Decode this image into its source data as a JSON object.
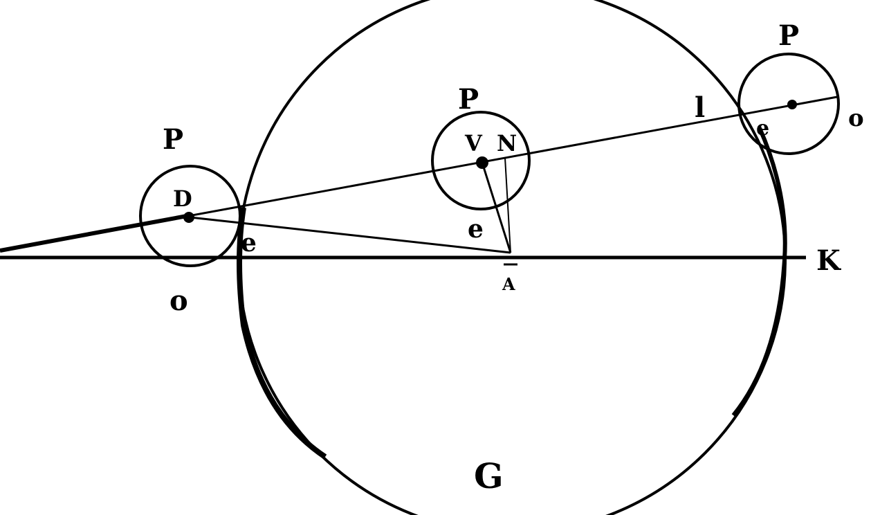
{
  "colors": {
    "ink": "#000000",
    "paper": "#ffffff"
  },
  "labels": {
    "p_left": "P",
    "d": "D",
    "e_left": "e",
    "o_left": "o",
    "p_center": "P",
    "v": "V",
    "n": "N",
    "e_center": "e",
    "a": "A",
    "k": "K",
    "l": "l",
    "p_right": "P",
    "e_right": "e",
    "o_right": "o",
    "g": "G"
  }
}
